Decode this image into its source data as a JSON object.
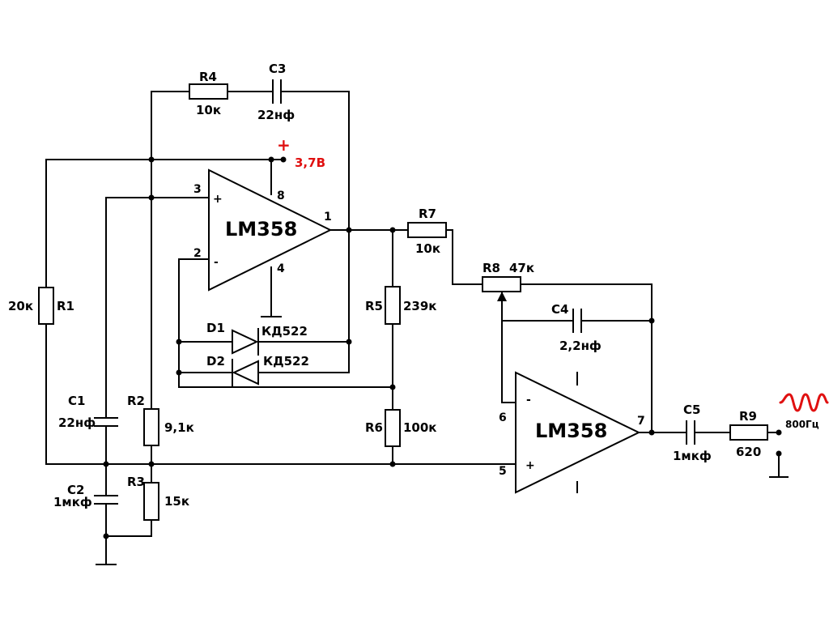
{
  "colors": {
    "wire": "#000000",
    "supply": "#e01010",
    "wave": "#e01010"
  },
  "opamp1": {
    "name": "LM358",
    "pin_in_plus": "3",
    "pin_in_minus": "2",
    "pin_out": "1",
    "pin_vcc": "8",
    "pin_gnd": "4",
    "sign_plus": "+",
    "sign_minus": "-"
  },
  "opamp2": {
    "name": "LM358",
    "pin_in_minus": "6",
    "pin_in_plus": "5",
    "pin_out": "7",
    "sign_plus": "+",
    "sign_minus": "-"
  },
  "supply": {
    "sign": "+",
    "voltage": "3,7В"
  },
  "components": {
    "R1": {
      "ref": "R1",
      "value": "20к"
    },
    "R2": {
      "ref": "R2",
      "value": "9,1к"
    },
    "R3": {
      "ref": "R3",
      "value": "15к"
    },
    "R4": {
      "ref": "R4",
      "value": "10к"
    },
    "R5": {
      "ref": "R5",
      "value": "239к"
    },
    "R6": {
      "ref": "R6",
      "value": "100к"
    },
    "R7": {
      "ref": "R7",
      "value": "10к"
    },
    "R8": {
      "ref": "R8",
      "value": "47к"
    },
    "R9": {
      "ref": "R9",
      "value": "620"
    },
    "C1": {
      "ref": "C1",
      "value": "22нф"
    },
    "C2": {
      "ref": "C2",
      "value": "1мкф"
    },
    "C3": {
      "ref": "C3",
      "value": "22нф"
    },
    "C4": {
      "ref": "C4",
      "value": "2,2нф"
    },
    "C5": {
      "ref": "C5",
      "value": "1мкф"
    },
    "D1": {
      "ref": "D1",
      "value": "КД522"
    },
    "D2": {
      "ref": "D2",
      "value": "КД522"
    }
  },
  "output": {
    "frequency": "800Гц",
    "icon": "sine-wave-icon"
  }
}
